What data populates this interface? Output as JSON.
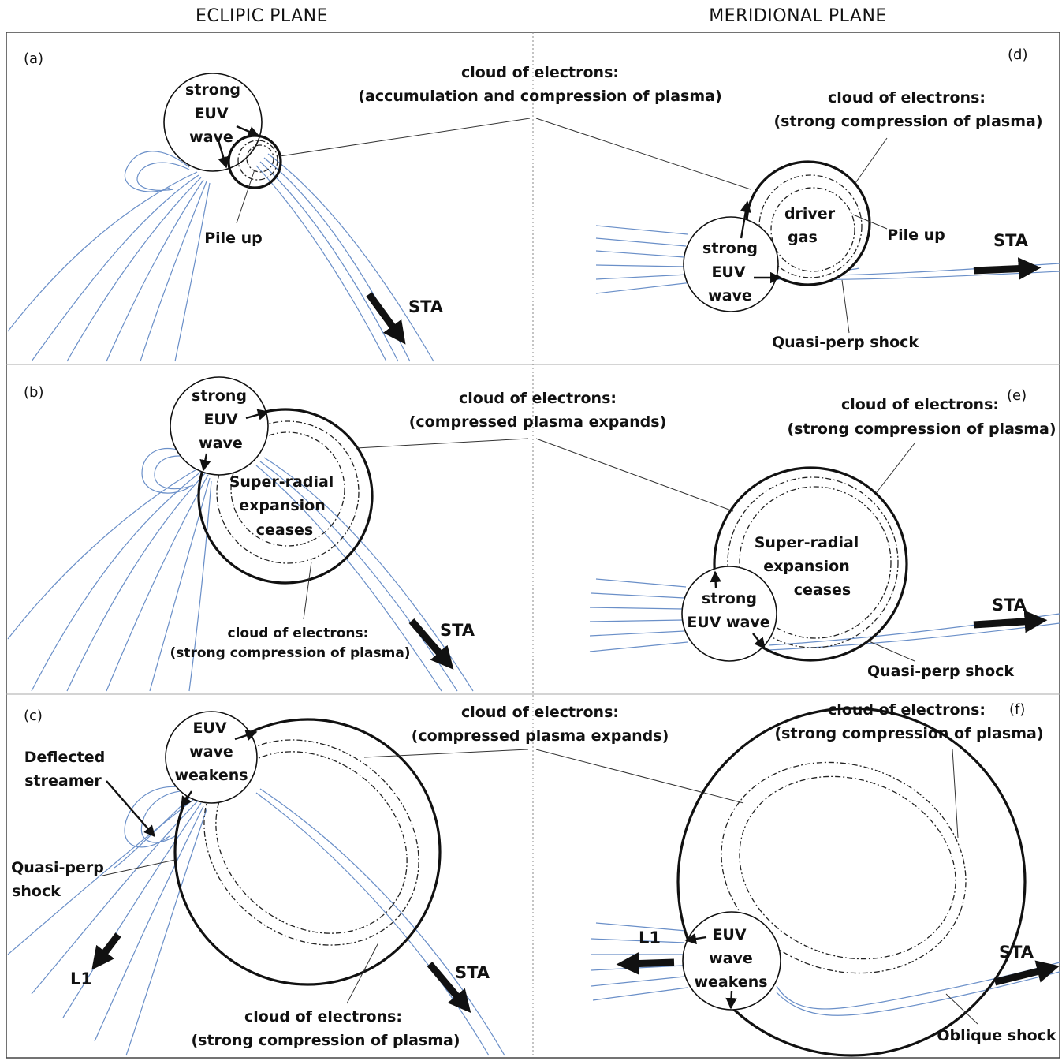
{
  "headers": {
    "left": "ECLIPIC PLANE",
    "right": "MERIDIONAL PLANE"
  },
  "panel_labels": {
    "a": "(a)",
    "b": "(b)",
    "c": "(c)",
    "d": "(d)",
    "e": "(e)",
    "f": "(f)"
  },
  "panel_a": {
    "euv": [
      "strong",
      "EUV",
      "wave"
    ],
    "pileup": "Pile up",
    "sta": "STA"
  },
  "shared_ad": {
    "line1": "cloud of electrons:",
    "line2": "(accumulation and compression of plasma)"
  },
  "panel_d": {
    "cloud1": "cloud of electrons:",
    "cloud2": "(strong compression of plasma)",
    "driver": [
      "driver",
      "gas"
    ],
    "pileup": "Pile up",
    "euv": [
      "strong",
      "EUV",
      "wave"
    ],
    "sta": "STA",
    "shock": "Quasi-perp shock"
  },
  "panel_b": {
    "euv": [
      "strong",
      "EUV",
      "wave"
    ],
    "inner": [
      "Super-radial",
      "expansion",
      "ceases"
    ],
    "cloud1": "cloud of electrons:",
    "cloud2": "(strong compression of plasma)",
    "sta": "STA"
  },
  "shared_be": {
    "line1": "cloud of electrons:",
    "line2": "(compressed plasma expands)"
  },
  "panel_e": {
    "cloud1": "cloud of electrons:",
    "cloud2": "(strong compression of plasma)",
    "inner": [
      "Super-radial",
      "expansion",
      "ceases"
    ],
    "euv": [
      "strong",
      "EUV wave"
    ],
    "sta": "STA",
    "shock": "Quasi-perp shock"
  },
  "panel_c": {
    "euv": [
      "EUV",
      "wave",
      "weakens"
    ],
    "deflected": [
      "Deflected",
      "streamer"
    ],
    "qp": [
      "Quasi-perp",
      "shock"
    ],
    "l1": "L1",
    "sta": "STA",
    "cloud1": "cloud of electrons:",
    "cloud2": "(strong compression of plasma)"
  },
  "shared_cf": {
    "line1": "cloud of electrons:",
    "line2": "(compressed plasma expands)"
  },
  "panel_f": {
    "cloud1": "cloud of electrons:",
    "cloud2": "(strong compression of plasma)",
    "euv": [
      "EUV",
      "wave",
      "weakens"
    ],
    "l1": "L1",
    "sta": "STA",
    "shock": "Oblique shock"
  }
}
